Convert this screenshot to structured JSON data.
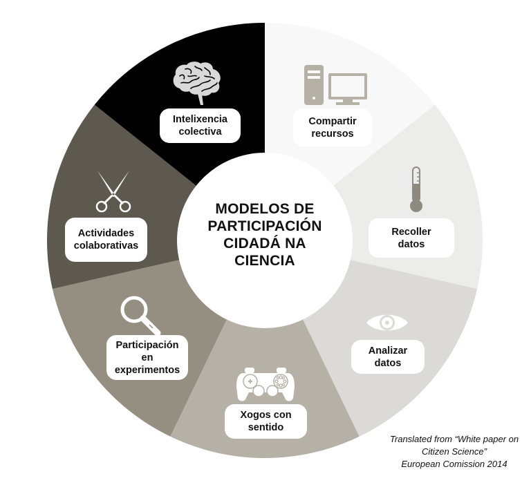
{
  "title": {
    "lines": [
      "MODELOS DE",
      "PARTICIPACIÓN",
      "CIDADÁ NA",
      "CIENCIA"
    ]
  },
  "segments": [
    {
      "id": "compartir",
      "lines": [
        "Compartir",
        "recursos"
      ],
      "color": "#f8f8f8",
      "icon": "computer-icon",
      "icon_color": "#b5b1a7"
    },
    {
      "id": "recoller",
      "lines": [
        "Recoller",
        "datos"
      ],
      "color": "#ececeb",
      "icon": "thermometer-icon",
      "icon_color": "#8f8a7f"
    },
    {
      "id": "analizar",
      "lines": [
        "Analizar",
        "datos"
      ],
      "color": "#dbdad6",
      "icon": "eye-icon",
      "icon_color": "#ffffff"
    },
    {
      "id": "xogos",
      "lines": [
        "Xogos  con",
        "sentido"
      ],
      "color": "#b5b1a7",
      "icon": "gamepad-icon",
      "icon_color": "#ffffff"
    },
    {
      "id": "participacion",
      "lines": [
        "Participación",
        "en",
        "experimentos"
      ],
      "color": "#958f82",
      "icon": "magnifier-icon",
      "icon_color": "#ffffff"
    },
    {
      "id": "actividades",
      "lines": [
        "Actividades",
        "colaborativas"
      ],
      "color": "#5e594f",
      "icon": "scissors-icon",
      "icon_color": "#ffffff"
    },
    {
      "id": "intelixencia",
      "lines": [
        "Intelixencia",
        "colectiva"
      ],
      "color": "#000000",
      "icon": "brain-icon",
      "icon_color": "#d9d9d9"
    }
  ],
  "citation": {
    "lines": [
      "Translated from “White paper on",
      "Citizen Science”",
      "European Comission 2014"
    ]
  }
}
